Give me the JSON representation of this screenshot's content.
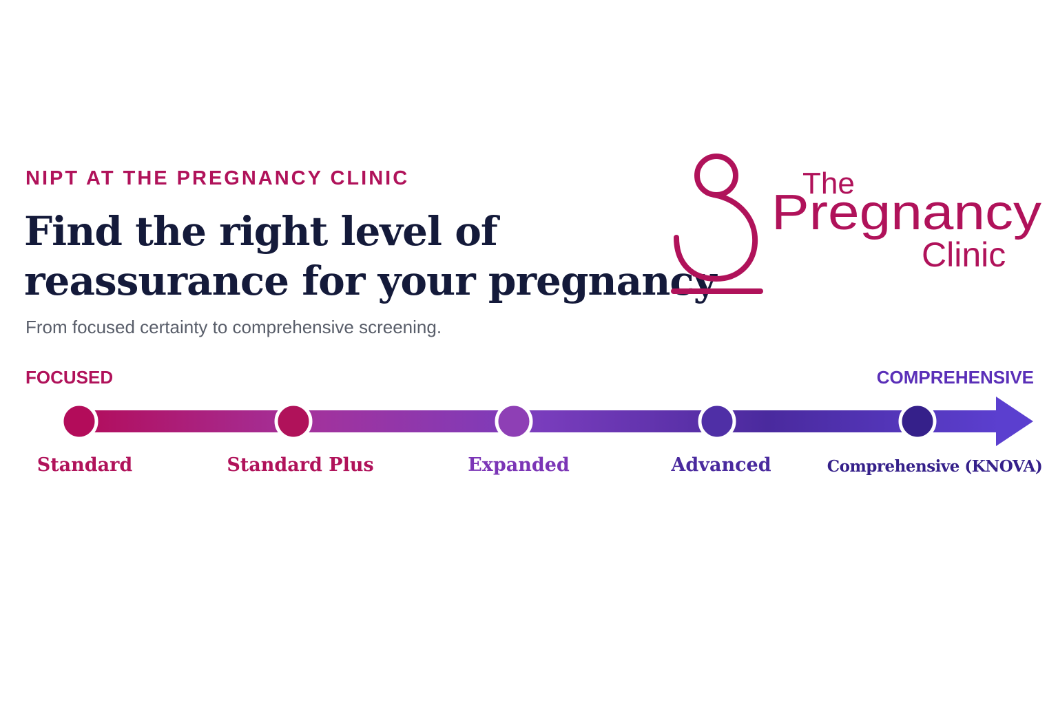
{
  "header": {
    "eyebrow": "NIPT AT THE PREGNANCY CLINIC",
    "headline_line1": "Find the right level of",
    "headline_line2": "reassurance for your pregnancy",
    "subtitle": "From focused certainty to comprehensive screening."
  },
  "logo": {
    "icon": "pregnancy-figure-icon",
    "wordmark_line1": "The",
    "wordmark_line2": "Pregnancy",
    "wordmark_line3": "Clinic",
    "color": "#b0125a"
  },
  "spectrum": {
    "start_label": "FOCUSED",
    "end_label": "COMPREHENSIVE",
    "gradient_colors": [
      "#b30c5a",
      "#a3329c",
      "#7a3dbd",
      "#4a2a9e",
      "#5b3fcf"
    ],
    "tiers": [
      {
        "label": "Standard",
        "node_color": "#b30c5a",
        "label_color": "#b0125a"
      },
      {
        "label": "Standard Plus",
        "node_color": "#b0125a",
        "label_color": "#b0125a"
      },
      {
        "label": "Expanded",
        "node_color": "#8e3fb5",
        "label_color": "#7b35b6"
      },
      {
        "label": "Advanced",
        "node_color": "#4f2fa6",
        "label_color": "#4a2a9e"
      },
      {
        "label": "Comprehensive (KNOVA)",
        "node_color": "#35208a",
        "label_color": "#35208a"
      }
    ]
  }
}
